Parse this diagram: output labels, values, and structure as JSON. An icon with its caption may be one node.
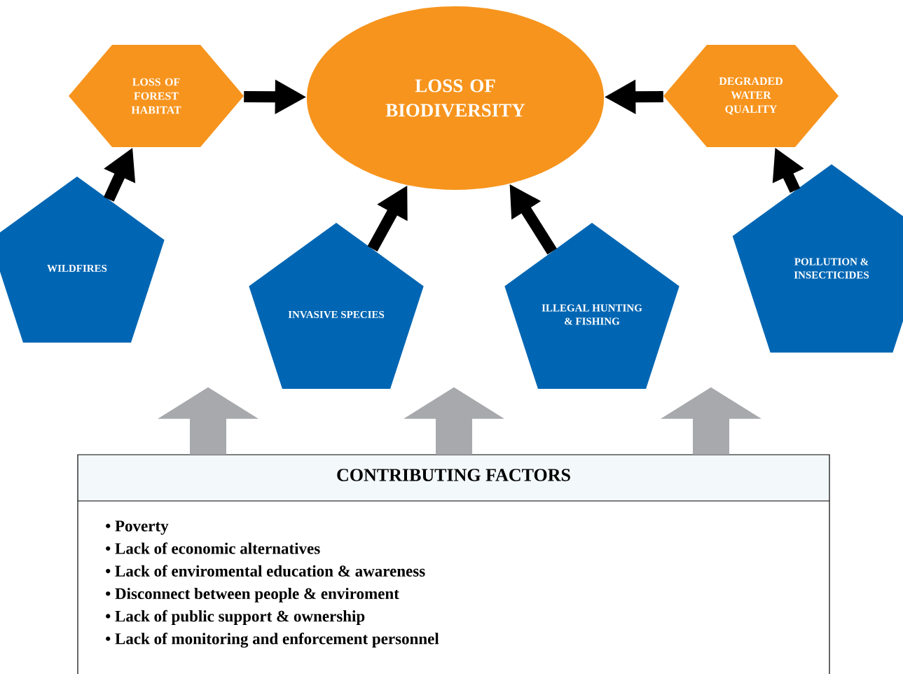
{
  "diagram": {
    "nodes": [
      {
        "text": [
          "LOSS OF BIODIVERSITY"
        ]
      },
      {
        "text": [
          "LOSS OF FOREST HABITAT"
        ]
      },
      {
        "text": [
          "DEGRADED WATER QUALITY"
        ]
      },
      {
        "text": [
          "WILDFIRES"
        ]
      },
      {
        "text": [
          "INVASIVE SPECIES"
        ]
      },
      {
        "text": [
          "ILLEGAL HUNTING & FISHING"
        ]
      },
      {
        "text": [
          "POLLUTION & INSECTICIDES"
        ]
      },
      {
        "text": [
          "CONTRIBUTING FACTORS",
          "• Poverty",
          "• Lack of economic alternatives",
          "• Lack of enviromental education & awareness",
          "• Disconnect between people & enviroment",
          "• Lack of public support & ownership",
          "• Lack of monitoring and enforcement personnel"
        ]
      }
    ],
    "edges": [
      {
        "from": 1,
        "to": 0,
        "arrow": "to"
      },
      {
        "from": 2,
        "to": 0,
        "arrow": "to"
      },
      {
        "from": 3,
        "to": 1,
        "arrow": "to"
      },
      {
        "from": 4,
        "to": 0,
        "arrow": "to"
      },
      {
        "from": 5,
        "to": 0,
        "arrow": "to"
      },
      {
        "from": 6,
        "to": 2,
        "arrow": "to"
      },
      {
        "from": 7,
        "to": null,
        "arrow": "to",
        "style": "thick",
        "color": "#a7a9ac"
      },
      {
        "from": 7,
        "to": null,
        "arrow": "to",
        "style": "thick",
        "color": "#a7a9ac"
      },
      {
        "from": 7,
        "to": null,
        "arrow": "to",
        "style": "thick",
        "color": "#a7a9ac"
      }
    ]
  }
}
